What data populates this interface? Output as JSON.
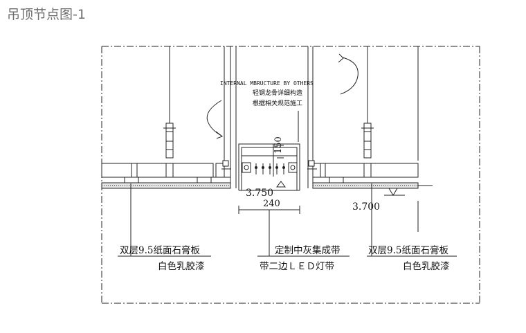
{
  "title": "吊顶节点图-1",
  "labels": {
    "internal_note": "INTERNAL MBRUCTURE BY OTHERS",
    "note_line_1": "轻钢龙骨详细构造",
    "note_line_2": "根据相关规范施工",
    "dim_150": "150",
    "elev_center": "3.750",
    "dim_240": "240",
    "elev_right": "3.700",
    "left_callout_1": "双层9.5纸面石膏板",
    "left_callout_2": "白色乳胶漆",
    "center_callout_1": "定制中灰集成带",
    "center_callout_2": "带二边ＬＥＤ灯带",
    "right_callout_1": "双层9.5纸面石膏板",
    "right_callout_2": "白色乳胶漆"
  }
}
